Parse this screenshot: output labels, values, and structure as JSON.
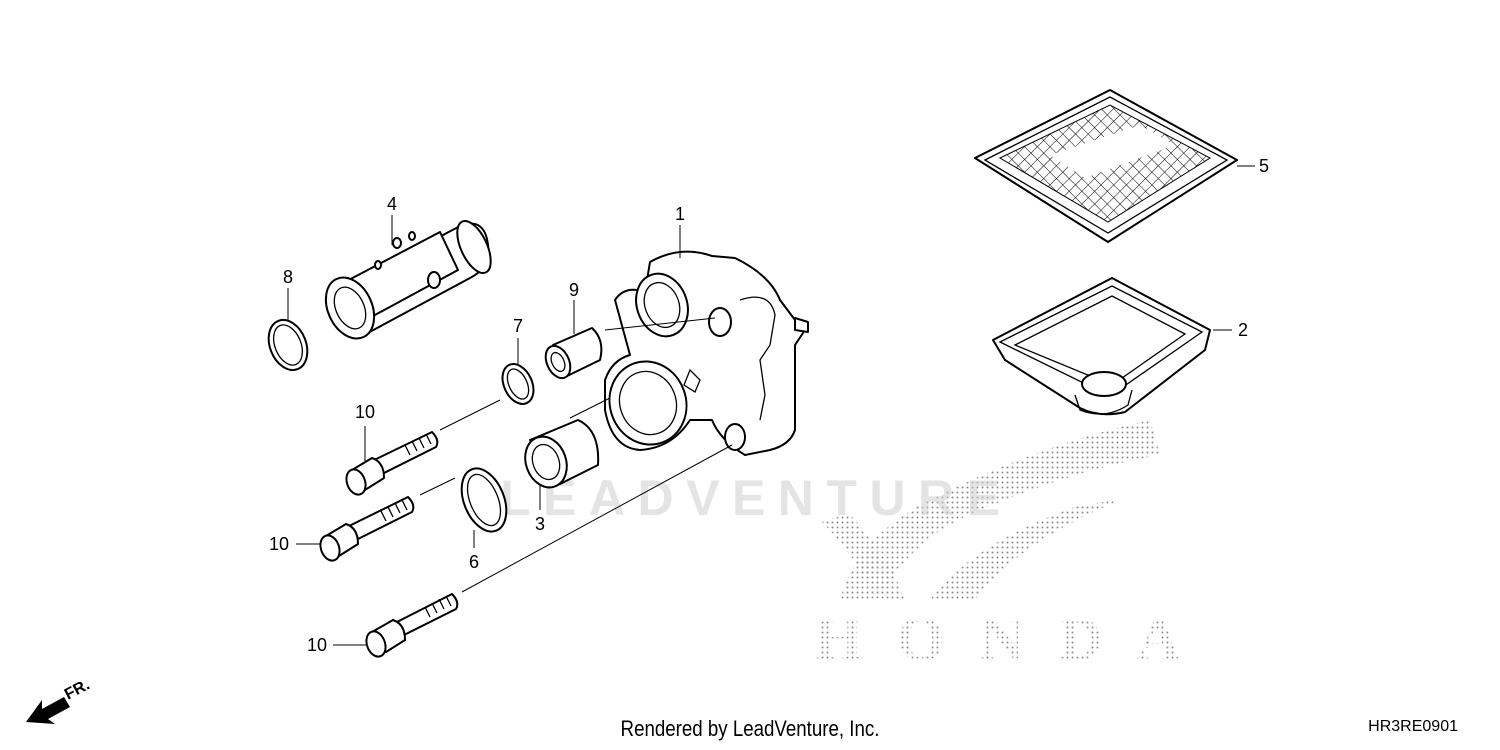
{
  "callouts": {
    "c1": "1",
    "c2": "2",
    "c3": "3",
    "c4": "4",
    "c5": "5",
    "c6": "6",
    "c7": "7",
    "c8": "8",
    "c9": "9",
    "c10a": "10",
    "c10b": "10",
    "c10c": "10"
  },
  "direction": {
    "label": "FR."
  },
  "watermark": {
    "brand": "HONDA",
    "text": "LEADVENTURE"
  },
  "footer": {
    "credit": "Rendered by LeadVenture, Inc.",
    "code": "HR3RE0901"
  },
  "icons": {
    "direction": "front-direction-arrow-icon",
    "logo": "honda-wing-logo"
  },
  "colors": {
    "ink": "#000000",
    "watermark": "#cfcfcf",
    "background": "#ffffff"
  }
}
